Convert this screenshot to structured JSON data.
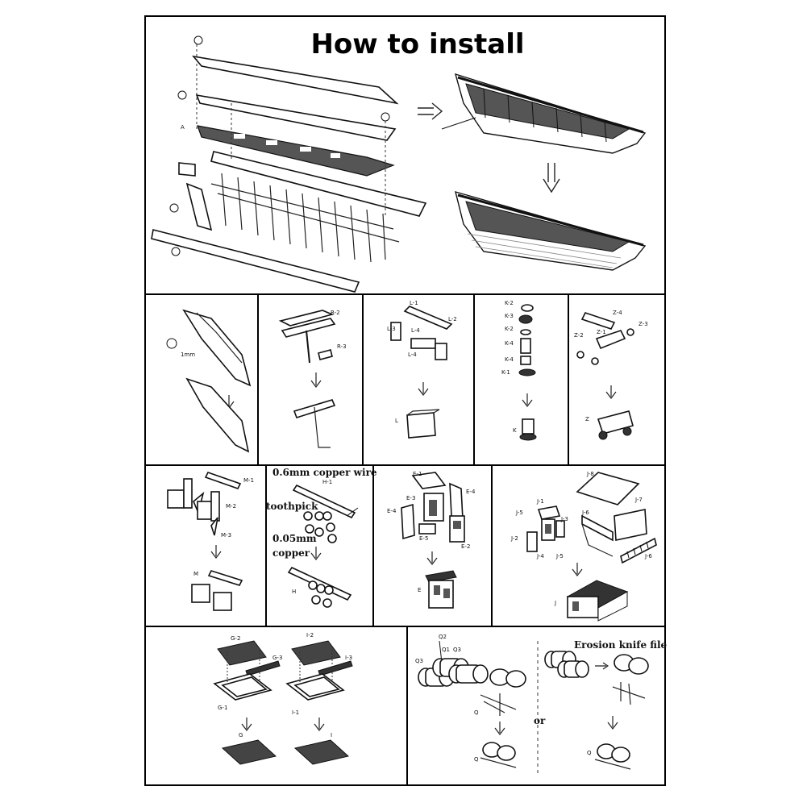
{
  "title": "How to install",
  "top_panel": {
    "part_labels": [
      "A"
    ]
  },
  "panels": {
    "p1": {
      "labels": [
        "1mm"
      ]
    },
    "p2": {
      "labels": [
        "R-2",
        "R-3"
      ]
    },
    "p3": {
      "labels": [
        "L-1",
        "L-2",
        "L-3",
        "L-4",
        "L-4",
        "L"
      ]
    },
    "p4": {
      "labels": [
        "K-2",
        "K-3",
        "K-2",
        "K-4",
        "K-4",
        "K-1",
        "K"
      ]
    },
    "p5": {
      "labels": [
        "Z-4",
        "Z-2",
        "Z-1",
        "Z-3",
        "Z"
      ]
    },
    "p6": {
      "labels": [
        "M-1",
        "M-2",
        "M-3",
        "M"
      ]
    },
    "p7": {
      "labels": [
        "H-1",
        "H"
      ],
      "notes": [
        "0.6mm copper wire",
        "toothpick",
        "0.05mm",
        "copper"
      ]
    },
    "p8": {
      "labels": [
        "E-1",
        "E-3",
        "E-4",
        "E-4",
        "E-5",
        "E-2",
        "E"
      ]
    },
    "p9": {
      "labels": [
        "J-8",
        "J-1",
        "J-5",
        "J-3",
        "J-6",
        "J-7",
        "J-2",
        "J-4",
        "J-5",
        "J-6",
        "J"
      ]
    },
    "p10": {
      "labels": [
        "G-2",
        "G-3",
        "G-1",
        "G",
        "I-2",
        "I-3",
        "I-1",
        "I"
      ]
    },
    "p11": {
      "labels": [
        "Q3",
        "Q2",
        "Q1",
        "Q3",
        "Q",
        "Q",
        "Q"
      ],
      "notes": [
        "Erosion knife file",
        "or"
      ]
    }
  }
}
